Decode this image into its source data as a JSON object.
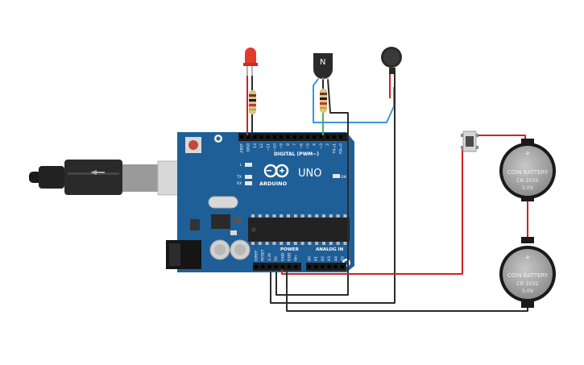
{
  "board": {
    "name": "UNO",
    "brand": "ARDUINO",
    "digital_label": "DIGITAL (PWM~)",
    "power_label": "POWER",
    "analog_label": "ANALOG IN",
    "tx_label": "TX",
    "rx_label": "RX",
    "l_label": "L",
    "on_label": "ON",
    "top_pins": [
      "AREF",
      "GND",
      "13",
      "12",
      "~11",
      "~10",
      "~9",
      "8",
      "7",
      "~6",
      "~5",
      "4",
      "~3",
      "2",
      "TX→1",
      "RX←0"
    ],
    "power_pins": [
      "IOREF",
      "RESET",
      "3.3V",
      "5V",
      "GND",
      "GND",
      "Vin"
    ],
    "analog_pins": [
      "A0",
      "A1",
      "A2",
      "A3",
      "A4",
      "A5"
    ]
  },
  "components": {
    "transistor_mark": "N",
    "battery_top": {
      "line1": "COIN BATTERY",
      "line2": "CR 2032",
      "line3": "3.0V",
      "sign": "+"
    },
    "battery_bottom": {
      "line1": "COIN BATTERY",
      "line2": "CR 2032",
      "line3": "3.0V",
      "sign": "+"
    }
  },
  "colors": {
    "board": "#1f5f97",
    "wire_red": "#d42020",
    "wire_black": "#2b2b2b",
    "wire_blue": "#3a96d6",
    "wire_green": "#4fb34f",
    "led": "#e43b2c",
    "battery": "#a6a6a6"
  }
}
